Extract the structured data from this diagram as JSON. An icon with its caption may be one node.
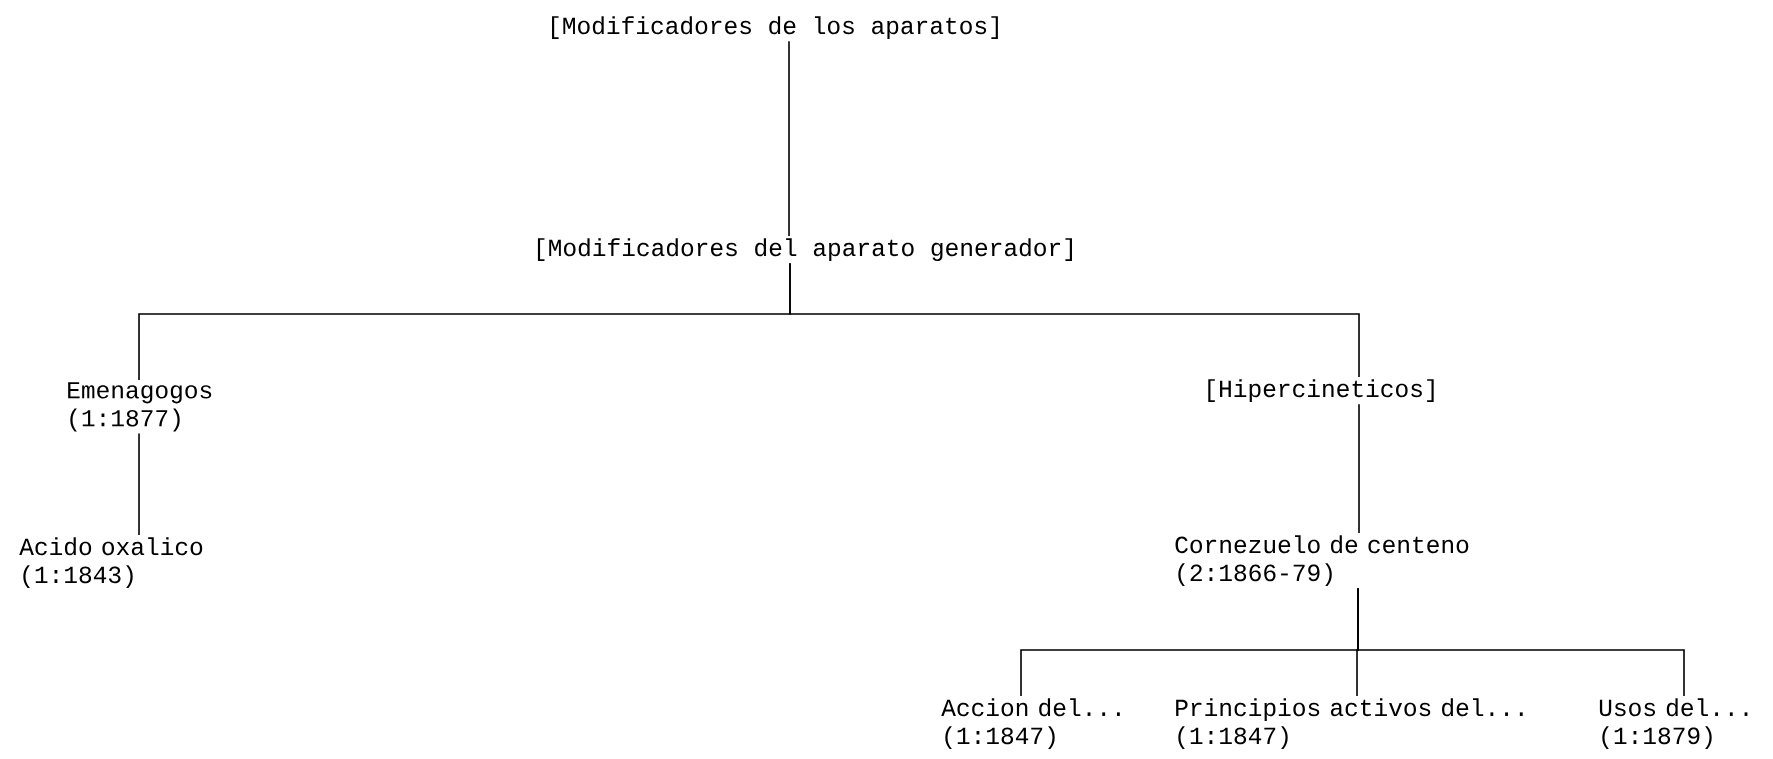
{
  "diagram": {
    "nodes": [
      {
        "text": [
          "[Modificadores de los aparatos]"
        ]
      },
      {
        "text": [
          "[Modificadores del aparato generador]"
        ]
      },
      {
        "text": [
          "Emenagogos (1:1877)"
        ]
      },
      {
        "text": [
          "Acido oxalico (1:1843)"
        ]
      },
      {
        "text": [
          "[Hipercineticos]"
        ]
      },
      {
        "text": [
          "Cornezuelo de centeno (2:1866-79)"
        ]
      },
      {
        "text": [
          "Accion del... (1:1847)"
        ]
      },
      {
        "text": [
          "Principios activos del... (1:1847)"
        ]
      },
      {
        "text": [
          "Usos del... (1:1879)"
        ]
      }
    ],
    "edges": [
      {
        "from": 0,
        "to": 1,
        "arrow": "none"
      },
      {
        "from": 1,
        "to": 2,
        "arrow": "none"
      },
      {
        "from": 1,
        "to": 4,
        "arrow": "none"
      },
      {
        "from": 2,
        "to": 3,
        "arrow": "none"
      },
      {
        "from": 4,
        "to": 5,
        "arrow": "none"
      },
      {
        "from": 5,
        "to": 6,
        "arrow": "none"
      },
      {
        "from": 5,
        "to": 7,
        "arrow": "none"
      },
      {
        "from": 5,
        "to": 8,
        "arrow": "none"
      }
    ]
  }
}
